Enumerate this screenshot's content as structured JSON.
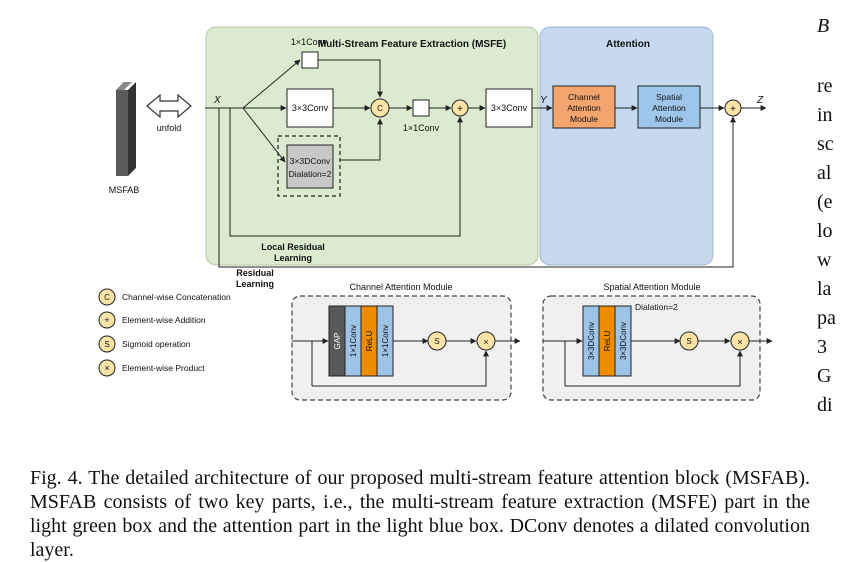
{
  "figure": {
    "input_block": "MSFAB",
    "unfold": "unfold",
    "x_label": "X",
    "y_label": "Y",
    "z_label": "Z",
    "msfe_title": "Multi-Stream Feature Extraction (MSFE)",
    "attention_title": "Attention",
    "conv_1x1_top": "1×1Conv",
    "conv_3x3": "3×3Conv",
    "conv_dilated_line1": "3×3DConv",
    "conv_dilated_line2": "Dialation=2",
    "concat_symbol": "C",
    "conv_1x1_mid": "1×1Conv",
    "add_symbol": "+",
    "conv_3x3_out": "3×3Conv",
    "channel_module_l1": "Channel",
    "channel_module_l2": "Attention",
    "channel_module_l3": "Module",
    "spatial_module_l1": "Spatial",
    "spatial_module_l2": "Attention",
    "spatial_module_l3": "Module",
    "local_residual_l1": "Local Residual",
    "local_residual_l2": "Learning",
    "residual_l1": "Residual",
    "residual_l2": "Learning",
    "cam_title": "Channel Attention Module",
    "sam_title": "Spatial Attention Module",
    "cam_gap": "GAP",
    "cam_conv1": "1×1Conv",
    "cam_relu": "ReLU",
    "cam_conv2": "1×1Conv",
    "sam_dilation": "Dialation=2",
    "sam_conv1": "3×3DConv",
    "sam_relu": "ReLU",
    "sam_conv2": "3×3DConv",
    "sigmoid_symbol": "S",
    "product_symbol": "×",
    "legend": [
      {
        "symbol": "C",
        "text": "Channel-wise Concatenation"
      },
      {
        "symbol": "+",
        "text": "Element-wise Addition"
      },
      {
        "symbol": "S",
        "text": "Sigmoid operation"
      },
      {
        "symbol": "×",
        "text": "Element-wise Product"
      }
    ],
    "colors": {
      "msfe_bg": "#dcebcf",
      "attention_bg": "#c6d9ef",
      "channel_module": "#f4a46d",
      "spatial_module": "#9ec6ea",
      "gap": "#595959",
      "conv_blue": "#9dc3e6",
      "relu_orange": "#f08c00",
      "symbol_fill": "#fbe4a6",
      "dilated_fill": "#c8c8c8"
    }
  },
  "caption": "Fig. 4.   The detailed architecture of our proposed multi-stream feature attention block (MSFAB). MSFAB consists of two key parts, i.e., the multi-stream feature extraction (MSFE) part in the light green box and the attention part in the light blue box. DConv denotes a dilated convolution layer.",
  "side_column": [
    "B",
    "re",
    "in",
    "sc",
    "al",
    "(e",
    "lo",
    "w",
    "la",
    "pa",
    "3",
    "G",
    "di"
  ]
}
